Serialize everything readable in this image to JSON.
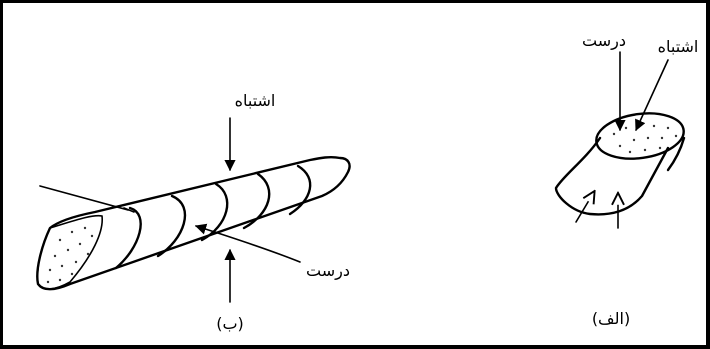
{
  "panel_left": {
    "caption": "(ب)",
    "label_top": "اشتباه",
    "label_bottom": "درست"
  },
  "panel_right": {
    "caption": "(الف)",
    "label_correct": "درست",
    "label_wrong": "اشتباه"
  }
}
